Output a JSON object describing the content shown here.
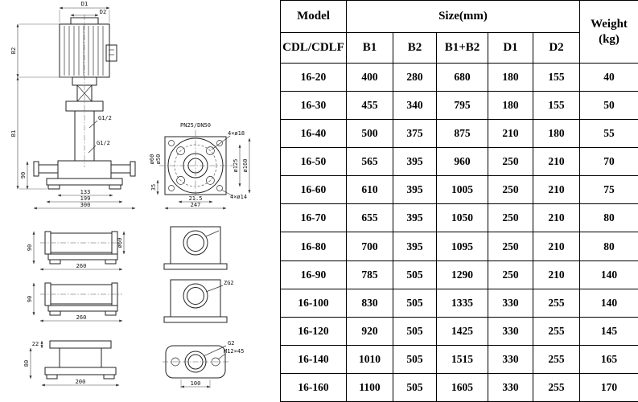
{
  "table": {
    "header": {
      "model": "Model",
      "size": "Size(mm)",
      "weight": "Weight",
      "weight_unit": "(kg)",
      "series": "CDL/CDLF",
      "cols": [
        "B1",
        "B2",
        "B1+B2",
        "D1",
        "D2"
      ]
    },
    "rows": [
      [
        "16-20",
        "400",
        "280",
        "680",
        "180",
        "155",
        "40"
      ],
      [
        "16-30",
        "455",
        "340",
        "795",
        "180",
        "155",
        "50"
      ],
      [
        "16-40",
        "500",
        "375",
        "875",
        "210",
        "180",
        "55"
      ],
      [
        "16-50",
        "565",
        "395",
        "960",
        "250",
        "210",
        "70"
      ],
      [
        "16-60",
        "610",
        "395",
        "1005",
        "250",
        "210",
        "75"
      ],
      [
        "16-70",
        "655",
        "395",
        "1050",
        "250",
        "210",
        "80"
      ],
      [
        "16-80",
        "700",
        "395",
        "1095",
        "250",
        "210",
        "80"
      ],
      [
        "16-90",
        "785",
        "505",
        "1290",
        "250",
        "210",
        "140"
      ],
      [
        "16-100",
        "830",
        "505",
        "1335",
        "330",
        "255",
        "140"
      ],
      [
        "16-120",
        "920",
        "505",
        "1425",
        "330",
        "255",
        "145"
      ],
      [
        "16-140",
        "1010",
        "505",
        "1515",
        "330",
        "255",
        "165"
      ],
      [
        "16-160",
        "1100",
        "505",
        "1605",
        "330",
        "255",
        "170"
      ]
    ]
  },
  "drawing": {
    "labels": {
      "d1": "D1",
      "d2": "D2",
      "b2": "B2",
      "b1": "B1",
      "dim90_front": "90",
      "dim133": "133",
      "dim199": "199",
      "dim300": "300",
      "g12_upper": "G1/2",
      "g12_lower": "G1/2",
      "pn": "PN25/DN50",
      "bolt18": "4×ø18",
      "dia125": "ø125",
      "dia160": "ø160",
      "dia60_flange": "ø60",
      "dia50": "ø50",
      "dim35": "35",
      "dim215": "21.5",
      "dim247": "247",
      "bolt14": "4×ø14",
      "dim90_s1": "90",
      "dim260_s1": "260",
      "dia60_side": "ø60",
      "dim90_s2": "90",
      "dim260_s2": "260",
      "zg2": "ZG2",
      "dim22": "22",
      "dim80": "80",
      "dim200": "200",
      "g2": "G2",
      "m12": "M12×45",
      "dim100": "100"
    }
  }
}
